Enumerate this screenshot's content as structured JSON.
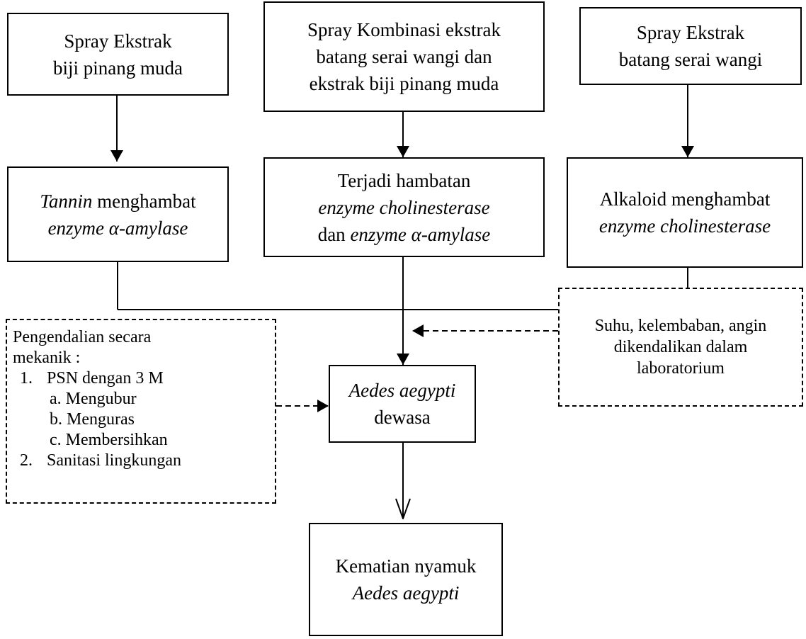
{
  "top_boxes": {
    "left": {
      "lines": [
        "Spray Ekstrak",
        "biji pinang muda"
      ]
    },
    "center": {
      "lines": [
        "Spray Kombinasi ekstrak",
        "batang serai wangi dan",
        "ekstrak biji pinang muda"
      ]
    },
    "right": {
      "lines": [
        "Spray Ekstrak",
        "batang serai wangi"
      ]
    }
  },
  "mid_boxes": {
    "left": {
      "tannin": "Tannin",
      "tannin_rest": " menghambat",
      "enzyme": "enzyme α-amylase"
    },
    "center": {
      "line1": "Terjadi hambatan",
      "line2": "enzyme cholinesterase",
      "line3_pre": "dan ",
      "line3_it": "enzyme α-amylase"
    },
    "right": {
      "line1": "Alkaloid menghambat",
      "line2": "enzyme cholinesterase"
    }
  },
  "aedes_box": {
    "line1": "Aedes aegypti",
    "line2": "dewasa"
  },
  "death_box": {
    "line1": "Kematian nyamuk",
    "line2": "Aedes aegypti"
  },
  "left_note": {
    "title1": "Pengendalian secara",
    "title2": "mekanik  :",
    "item1_num": "1.",
    "item1": "PSN dengan 3 M",
    "sub_a": "a. Mengubur",
    "sub_b": "b. Menguras",
    "sub_c": "c. Membersihkan",
    "item2_num": "2.",
    "item2": "Sanitasi lingkungan"
  },
  "right_note": {
    "lines": [
      "Suhu, kelembaban, angin",
      "dikendalikan dalam",
      "laboratorium"
    ]
  },
  "colors": {
    "stroke": "#000000",
    "background": "#ffffff"
  }
}
